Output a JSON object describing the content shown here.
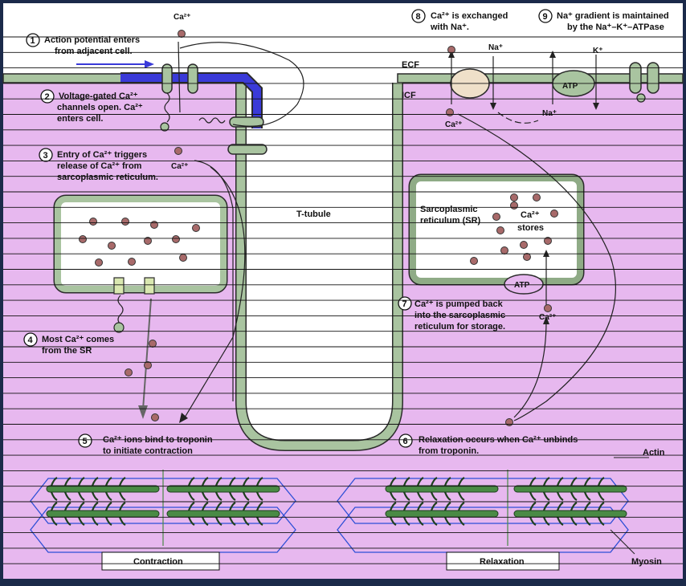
{
  "colors": {
    "frame": "#1b2a4a",
    "icf_fill": "#e7b8ef",
    "ecf_fill": "#ffffff",
    "membrane": "#a9c4a0",
    "membrane_dark": "#2b2b2b",
    "sr_membrane": "#8fab86",
    "blue_membrane": "#3a3ad8",
    "ca_dot": "#a86a6a",
    "filament_green": "#4a8a45",
    "sarcomere_outline": "#2e4fd6",
    "ruled_line": "#111111"
  },
  "steps": {
    "s1": {
      "num": "1",
      "text": [
        "Action potential enters",
        "from adjacent cell."
      ]
    },
    "s2": {
      "num": "2",
      "text": [
        "Voltage-gated Ca²⁺",
        "channels open. Ca²⁺",
        "enters cell."
      ]
    },
    "s3": {
      "num": "3",
      "text": [
        "Entry of Ca²⁺ triggers",
        "release of Ca²⁺ from",
        "sarcoplasmic reticulum."
      ]
    },
    "s4": {
      "num": "4",
      "text": [
        "Most Ca²⁺ comes",
        "from the SR"
      ]
    },
    "s5": {
      "num": "5",
      "text": [
        "Ca²⁺ ions bind to troponin",
        "to initiate contraction"
      ]
    },
    "s6": {
      "num": "6",
      "text": [
        "Relaxation occurs when Ca²⁺ unbinds",
        "from troponin."
      ]
    },
    "s7": {
      "num": "7",
      "text": [
        "Ca²⁺ is pumped back",
        "into the sarcoplasmic",
        "reticulum for storage."
      ]
    },
    "s8": {
      "num": "8",
      "text": [
        "Ca²⁺ is exchanged",
        "with Na⁺."
      ]
    },
    "s9": {
      "num": "9",
      "text": [
        "Na⁺ gradient is maintained",
        "by the Na⁺–K⁺–ATPase"
      ]
    }
  },
  "labels": {
    "ca_top": "Ca²⁺",
    "ca_sr_release": "Ca²⁺",
    "ca_exchanger": "Ca²⁺",
    "ca_pump": "Ca²⁺",
    "na_ecf": "Na⁺",
    "na_icf": "Na⁺",
    "k_ion": "K⁺",
    "ecf": "ECF",
    "icf": "ICF",
    "t_tubule": "T-tubule",
    "sr_name": [
      "Sarcoplasmic",
      "reticulum (SR)"
    ],
    "ca_stores": [
      "Ca²⁺",
      "stores"
    ],
    "atp_membrane": "ATP",
    "atp_sr": "ATP",
    "actin": "Actin",
    "myosin": "Myosin",
    "contraction": "Contraction",
    "relaxation": "Relaxation"
  }
}
